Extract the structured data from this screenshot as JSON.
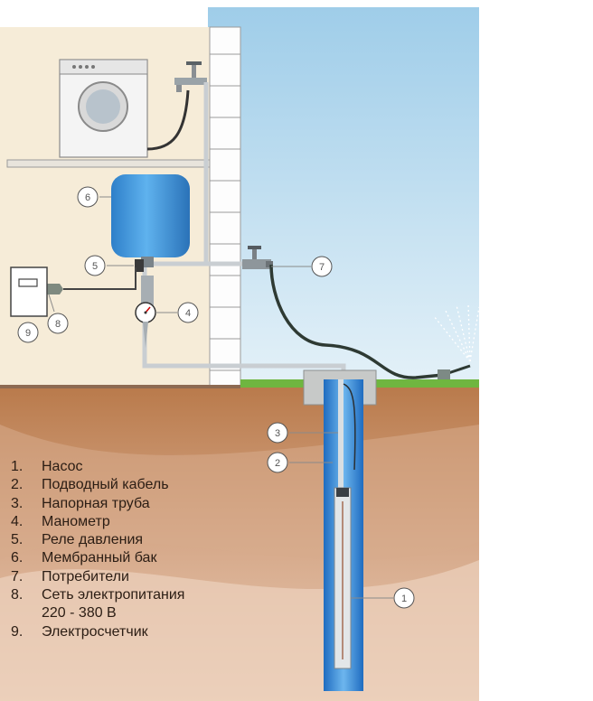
{
  "callouts": [
    "1",
    "2",
    "3",
    "4",
    "5",
    "6",
    "7",
    "8",
    "9"
  ],
  "legend": [
    {
      "num": "1.",
      "text": "Насос"
    },
    {
      "num": "2.",
      "text": "Подводный кабель"
    },
    {
      "num": "3.",
      "text": "Напорная труба"
    },
    {
      "num": "4.",
      "text": "Манометр"
    },
    {
      "num": "5.",
      "text": "Реле давления"
    },
    {
      "num": "6.",
      "text": "Мембранный бак"
    },
    {
      "num": "7.",
      "text": "Потребители"
    },
    {
      "num": "8.",
      "text": "Сеть электропитания\n220 - 380 В"
    },
    {
      "num": "9.",
      "text": "Электросчетчик"
    }
  ],
  "colors": {
    "sky": "#cfe6f4",
    "wall": "#f7edd9",
    "soil": "#c9926a",
    "grass": "#6fb640",
    "tank": "#3f95dc",
    "well": "#2f7fd0"
  }
}
